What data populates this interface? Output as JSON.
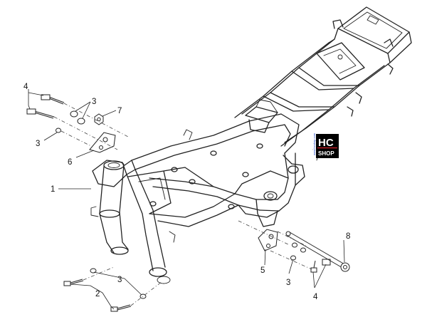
{
  "callouts": {
    "c1": "1",
    "c2": "2",
    "c3a": "3",
    "c3b": "3",
    "c3c": "3",
    "c3d": "3",
    "c4a": "4",
    "c4b": "4",
    "c5": "5",
    "c6": "6",
    "c7": "7",
    "c8": "8"
  },
  "logo": {
    "line1": "HC",
    "line2": "SHOP",
    "side": "www.hcshop.com"
  },
  "colors": {
    "logo_background": "#000000",
    "logo_accent": "#d8202a",
    "logo_side": "#1b44c8",
    "ink": "#222222"
  }
}
